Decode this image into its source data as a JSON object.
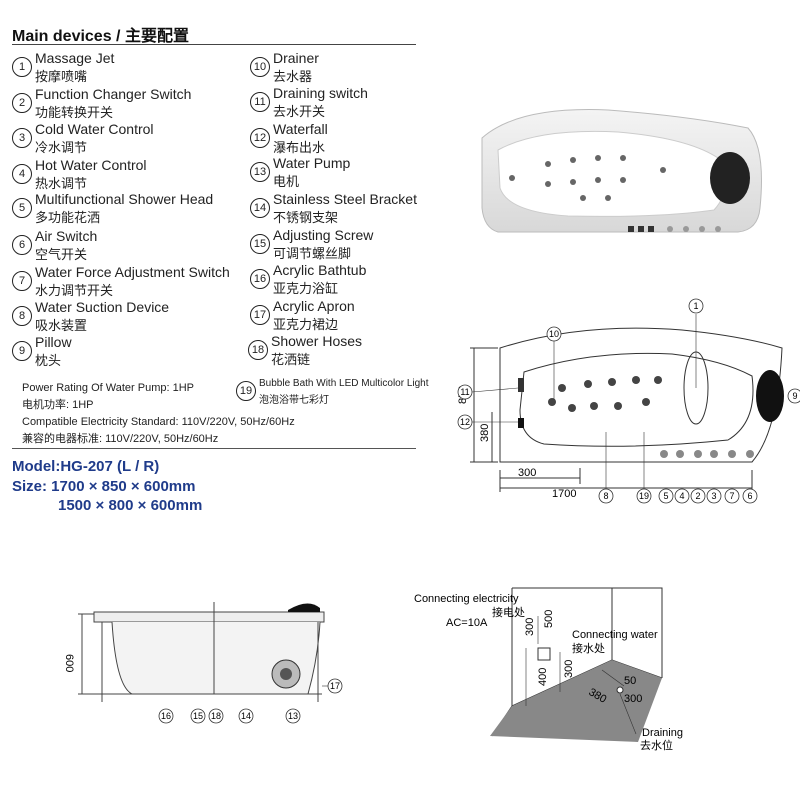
{
  "header": {
    "title": "Main devices / 主要配置"
  },
  "devices_left": [
    {
      "num": "1",
      "en": "Massage Jet",
      "zh": "按摩喷嘴"
    },
    {
      "num": "2",
      "en": "Function Changer Switch",
      "zh": "功能转换开关"
    },
    {
      "num": "3",
      "en": "Cold Water Control",
      "zh": "冷水调节"
    },
    {
      "num": "4",
      "en": "Hot Water Control",
      "zh": "热水调节"
    },
    {
      "num": "5",
      "en": "Multifunctional Shower Head",
      "zh": "多功能花洒"
    },
    {
      "num": "6",
      "en": "Air Switch",
      "zh": "空气开关"
    },
    {
      "num": "7",
      "en": "Water Force Adjustment Switch",
      "zh": "水力调节开关"
    },
    {
      "num": "8",
      "en": "Water Suction Device",
      "zh": "吸水装置"
    },
    {
      "num": "9",
      "en": "Pillow",
      "zh": "枕头"
    }
  ],
  "devices_right": [
    {
      "num": "10",
      "en": "Drainer",
      "zh": "去水器"
    },
    {
      "num": "11",
      "en": "Draining switch",
      "zh": "去水开关"
    },
    {
      "num": "12",
      "en": "Waterfall",
      "zh": "瀑布出水"
    },
    {
      "num": "13",
      "en": "Water Pump",
      "zh": "电机"
    },
    {
      "num": "14",
      "en": "Stainless Steel Bracket",
      "zh": "不锈钢支架"
    },
    {
      "num": "15",
      "en": "Adjusting Screw",
      "zh": "可调节螺丝脚"
    },
    {
      "num": "16",
      "en": "Acrylic Bathtub",
      "zh": "亚克力浴缸"
    },
    {
      "num": "17",
      "en": "Acrylic Apron",
      "zh": "亚克力裙边"
    },
    {
      "num": "18",
      "en": "Shower Hoses",
      "zh": "花洒链"
    },
    {
      "num": "19",
      "en": "Bubble Bath With LED Multicolor Light",
      "zh": "泡泡浴带七彩灯"
    }
  ],
  "specs": {
    "power_en": "Power Rating Of Water Pump: 1HP",
    "power_zh": "电机功率: 1HP",
    "electric_en": "Compatible Electricity Standard:  110V/220V, 50Hz/60Hz",
    "electric_zh": "兼容的电器标准: 110V/220V, 50Hz/60Hz"
  },
  "model": {
    "model_line": "Model:HG-207 (L / R)",
    "size_line1": "Size: 1700 × 850 × 600mm",
    "size_line2": "1500 × 800 × 600mm"
  },
  "top_view": {
    "dim_850": "850",
    "dim_380": "380",
    "dim_300": "300",
    "dim_1700": "1700",
    "callouts": [
      "1",
      "10",
      "11",
      "12",
      "9",
      "8",
      "19",
      "5",
      "4",
      "2",
      "3",
      "7",
      "6"
    ]
  },
  "side_view": {
    "dim_600": "600",
    "callouts": [
      "16",
      "15",
      "18",
      "14",
      "13",
      "17"
    ]
  },
  "room": {
    "elec_en": "Connecting electricity",
    "elec_zh": "接电处",
    "ac": "AC=10A",
    "dim_300a": "300",
    "dim_500": "500",
    "water_en": "Connecting water",
    "water_zh": "接水处",
    "dim_400": "400",
    "dim_300b": "300",
    "dim_380": "380",
    "dim_50": "50",
    "dim_300c": "300",
    "drain_en": "Draining",
    "drain_zh": "去水位"
  },
  "colors": {
    "model_blue": "#1f3b8a",
    "line": "#333333"
  }
}
